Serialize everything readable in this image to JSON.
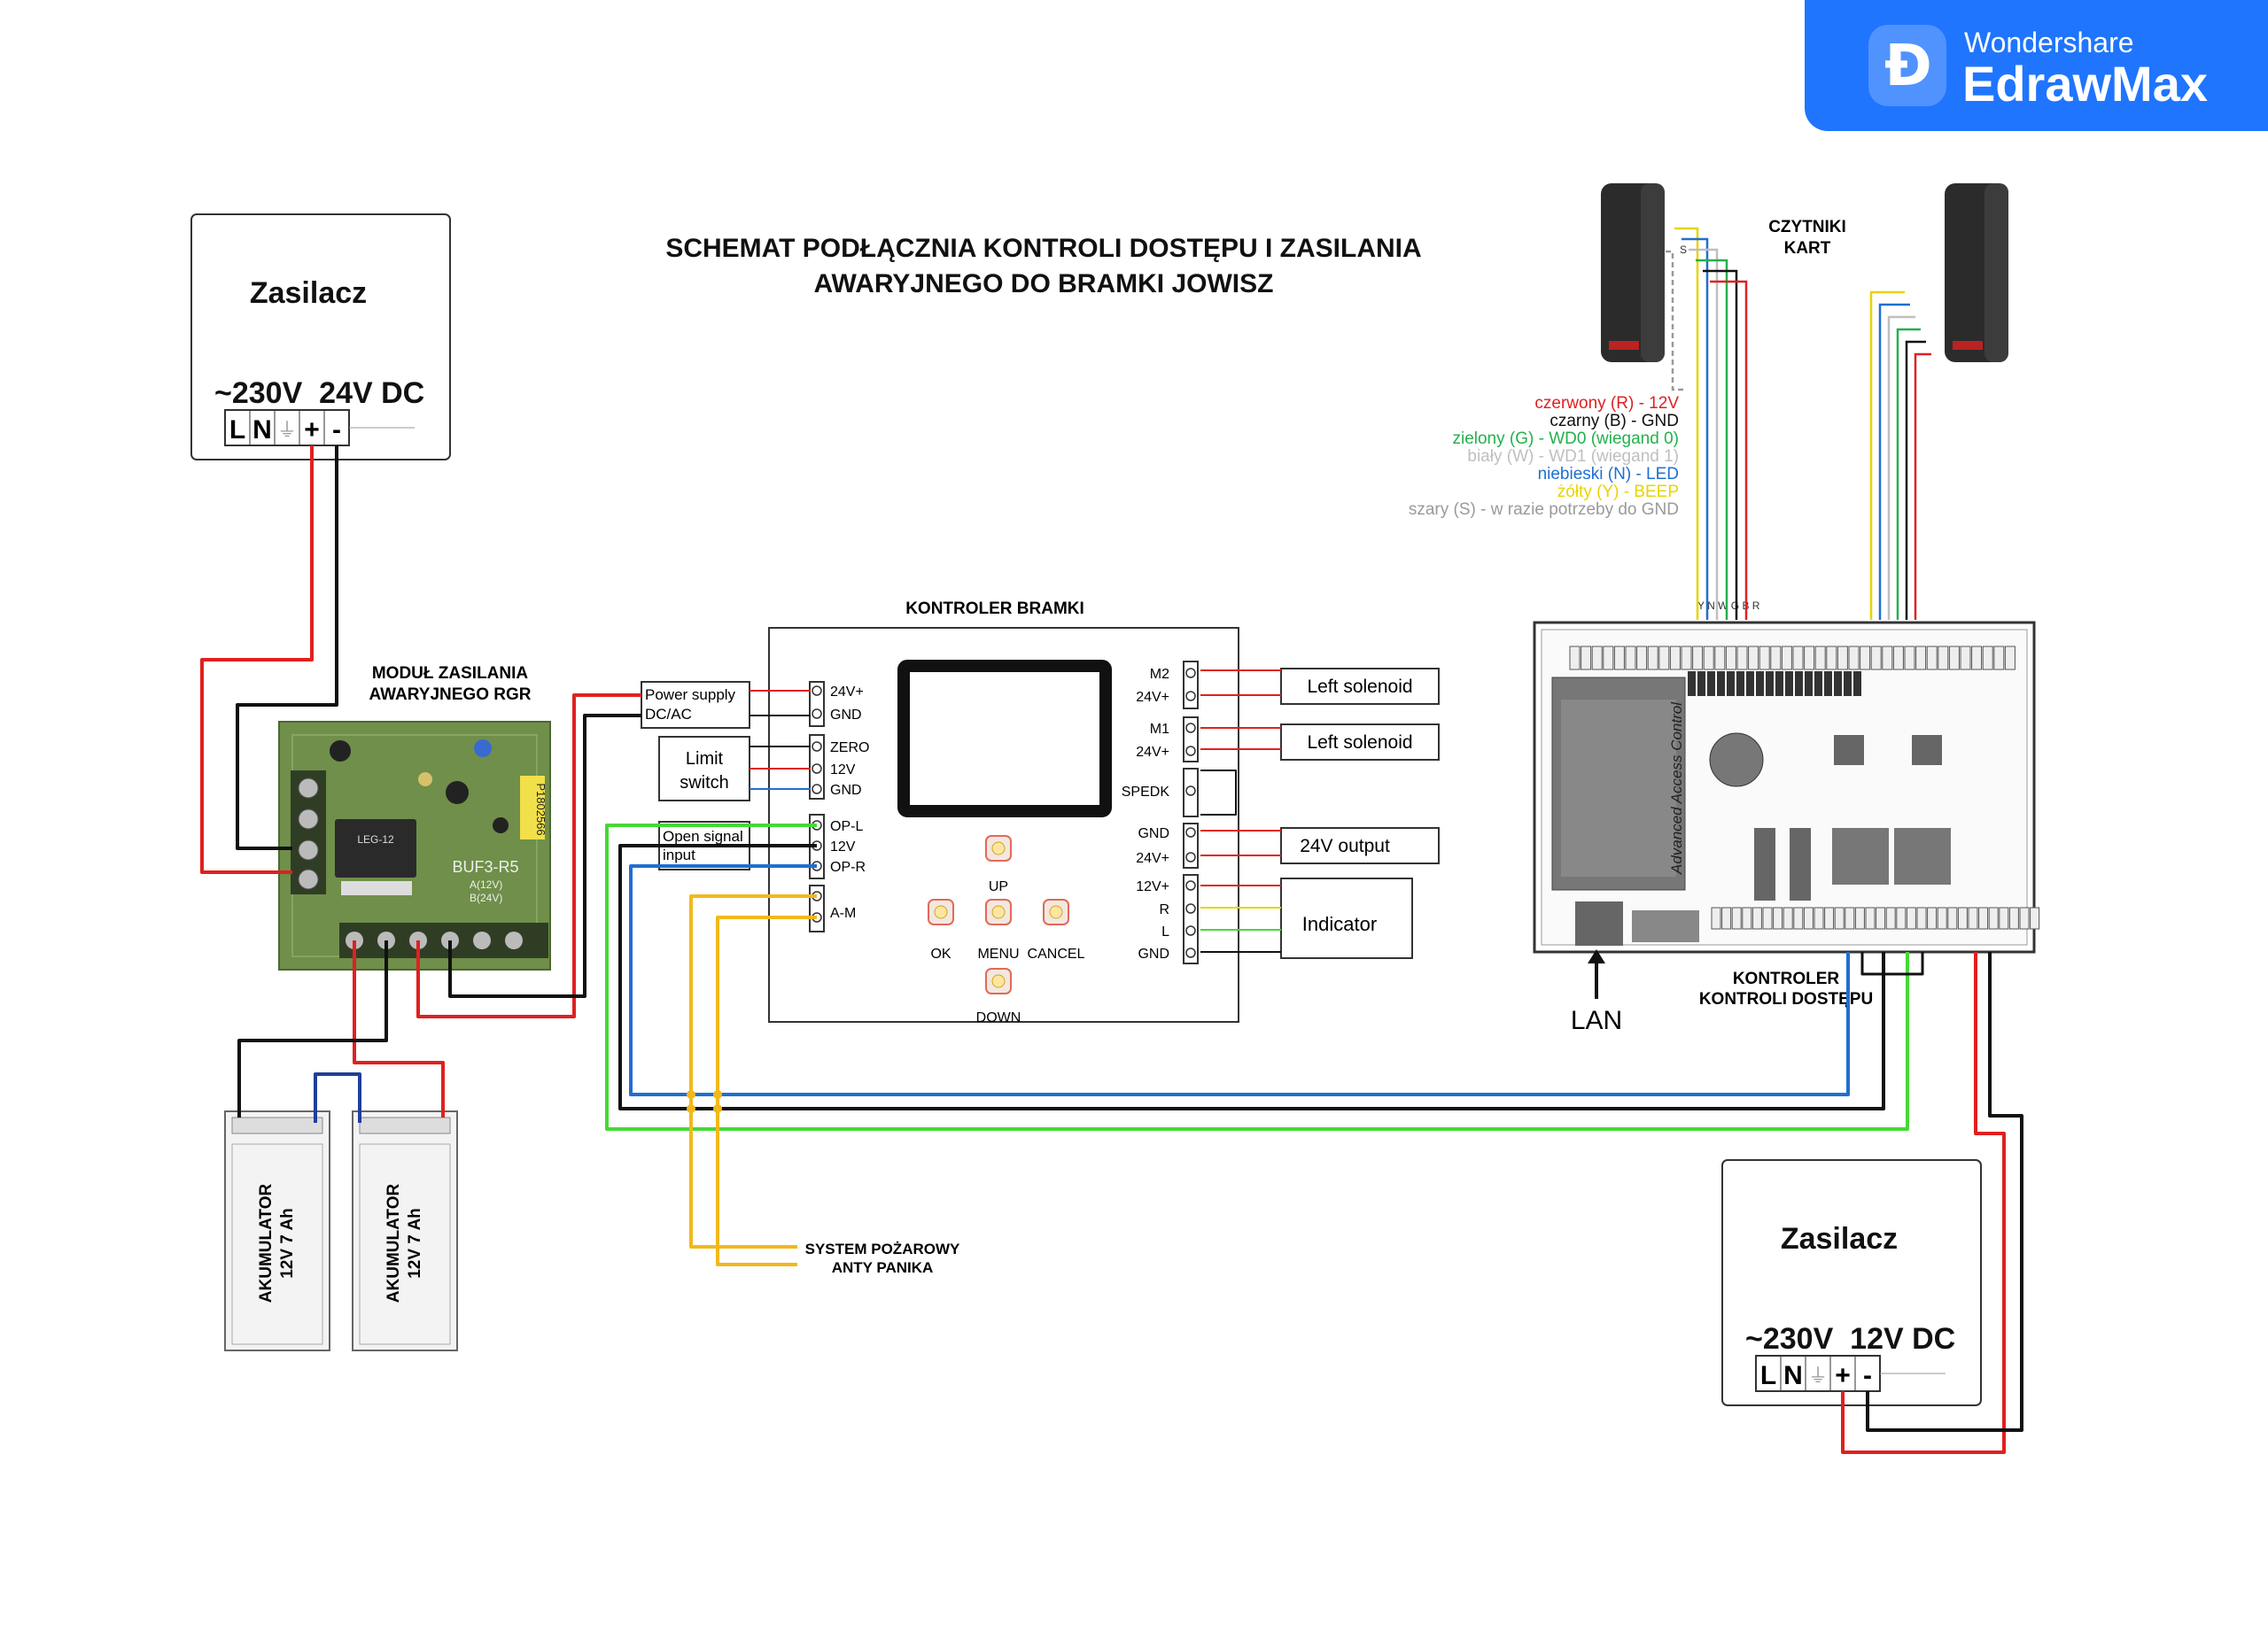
{
  "brand": {
    "top": "Wondershare",
    "bottom": "EdrawMax"
  },
  "title": {
    "line1": "SCHEMAT PODŁĄCZNIA KONTROLI DOSTĘPU I ZASILANIA",
    "line2": "AWARYJNEGO DO BRAMKI JOWISZ"
  },
  "psu1": {
    "title": "Zasilacz",
    "voltage": "~230V  24V DC",
    "terminals": [
      "L",
      "N",
      "⏚",
      "+",
      "-"
    ]
  },
  "psu2": {
    "title": "Zasilacz",
    "voltage": "~230V  12V DC",
    "terminals": [
      "L",
      "N",
      "⏚",
      "+",
      "-"
    ]
  },
  "backup_module": {
    "label1": "MODUŁ ZASILANIA",
    "label2": "AWARYJNEGO RGR",
    "board_model": "BUF3-R5",
    "relay": "LEG-12",
    "serial": "P1802566",
    "opt_a": "A(12V)",
    "opt_b": "B(24V)"
  },
  "batteries": [
    {
      "line1": "AKUMULATOR",
      "line2": "12V 7 Ah"
    },
    {
      "line1": "AKUMULATOR",
      "line2": "12V 7 Ah"
    }
  ],
  "gate_controller": {
    "title": "KONTROLER BRAMKI",
    "left_pins": [
      "24V+",
      "GND",
      "ZERO",
      "12V",
      "GND",
      "OP-L",
      "12V",
      "OP-R",
      "A-M"
    ],
    "right_pins": [
      "M2",
      "24V+",
      "M1",
      "24V+",
      "SPEDK",
      "GND",
      "24V+",
      "12V+",
      "R",
      "L",
      "GND"
    ],
    "buttons": [
      "UP",
      "OK",
      "MENU",
      "CANCEL",
      "DOWN"
    ],
    "left_boxes": {
      "power": "Power supply\nDC/AC",
      "limit": "Limit\nswitch",
      "open": "Open signal\ninput"
    },
    "right_boxes": [
      "Left solenoid",
      "Left solenoid",
      "24V output",
      "Indicator"
    ]
  },
  "readers": {
    "title_line1": "CZYTNIKI",
    "title_line2": "KART",
    "pin_letters": "Y N W G B R",
    "s_mark": "S"
  },
  "wire_legend": [
    {
      "text": "czerwony (R) - 12V",
      "color": "#e02020"
    },
    {
      "text": "czarny (B) - GND",
      "color": "#111111"
    },
    {
      "text": "zielony (G) - WD0 (wiegand 0)",
      "color": "#22b14c"
    },
    {
      "text": "biały (W) - WD1 (wiegand 1)",
      "color": "#bfbfbf"
    },
    {
      "text": "niebieski (N) - LED",
      "color": "#1f6fd1"
    },
    {
      "text": "żółty (Y) - BEEP",
      "color": "#e8d400"
    },
    {
      "text": "szary (S) - w razie potrzeby do GND",
      "color": "#9a9a9a"
    }
  ],
  "access_controller": {
    "label1": "KONTROLER",
    "label2": "KONTROLI DOSTĘPU",
    "board_text": "Advanced Access Control",
    "lan": "LAN"
  },
  "fire_system": {
    "line1": "SYSTEM POŻAROWY",
    "line2": "ANTY PANIKA"
  },
  "colors": {
    "red": "#e02020",
    "black": "#111111",
    "green": "#46d836",
    "blue": "#1f6fd1",
    "yellow": "#f2b81c",
    "pcb": "#6f8f4a",
    "brand": "#1f75fe"
  }
}
